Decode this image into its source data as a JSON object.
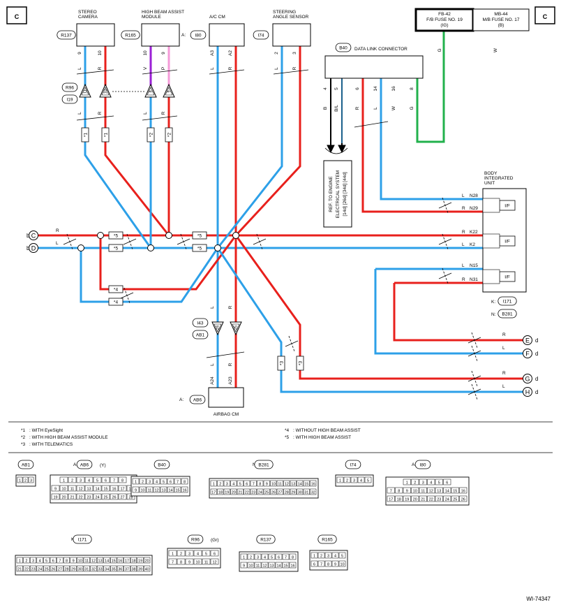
{
  "page": {
    "corner_left": "C",
    "corner_right": "C",
    "figure_id": "WI-74347"
  },
  "colors": {
    "red": "#e8201c",
    "blue": "#2da0e8",
    "violet": "#9b1fd6",
    "pink": "#f59ad8",
    "green": "#22b14c",
    "black": "#000000"
  },
  "components": {
    "stereo_camera": {
      "name": "STEREO\nCAMERA",
      "ref": "R137"
    },
    "hba_module": {
      "name": "HIGH BEAM ASSIST\nMODULE",
      "ref": "R165"
    },
    "ac_cm": {
      "name": "A/C CM",
      "prefix": "A:",
      "ref": "I80"
    },
    "steering": {
      "name": "STEERING\nANGLE SENSOR",
      "ref": "I74"
    },
    "fuse_fb42": {
      "text": "FB-42\nF/B FUSE NO. 19\n(IG)"
    },
    "fuse_mb44": {
      "text": "MB-44\nM/B FUSE NO. 17\n(B)"
    },
    "dlc": {
      "ref": "B40",
      "name": "DATA LINK CONNECTOR"
    },
    "biu": {
      "name": "BODY\nINTEGRATED\nUNIT",
      "ref1_prefix": "K:",
      "ref1": "I171",
      "ref2_prefix": "N:",
      "ref2": "B281",
      "if_label": "I/F"
    },
    "airbag": {
      "name": "AIRBAG CM",
      "prefix": "A:",
      "ref": "AB6"
    },
    "ref_engine": {
      "text": "REF. TO ENGINE\nELECTRICAL SYSTEM\n[14d] [26d] [34d] [44d]"
    }
  },
  "pins": {
    "stereo": {
      "p1": "9",
      "p2": "10",
      "c1": "L",
      "c2": "R"
    },
    "hba": {
      "p1": "10",
      "p2": "9",
      "c1": "V",
      "c2": "P"
    },
    "ac": {
      "p1": "A3",
      "p2": "A2",
      "c1": "L",
      "c2": "R"
    },
    "steer": {
      "p1": "2",
      "p2": "3",
      "c1": "L",
      "c2": "R"
    },
    "dlc": [
      {
        "pin": "4",
        "color": "B"
      },
      {
        "pin": "5",
        "color": "B/L"
      },
      {
        "pin": "6",
        "color": "R"
      },
      {
        "pin": "14",
        "color": "L"
      },
      {
        "pin": "16",
        "color": "W"
      },
      {
        "pin": "8",
        "color": "G"
      }
    ],
    "fuse_g": "G",
    "fuse_w": "W",
    "airbag": {
      "p1": "A24",
      "p2": "A23",
      "c1": "L",
      "c2": "R"
    },
    "r96_pins": [
      "11",
      "10",
      "8",
      "9"
    ],
    "r96_refs": [
      "R96",
      "I19"
    ],
    "i43_refs": [
      "I43",
      "AB1"
    ],
    "i43_pins": [
      "24",
      "25"
    ],
    "lower_colors": {
      "l": "L",
      "r": "R"
    }
  },
  "biu_pins": [
    {
      "color": "L",
      "pin": "N28"
    },
    {
      "color": "R",
      "pin": "N29"
    },
    {
      "color": "R",
      "pin": "K22"
    },
    {
      "color": "L",
      "pin": "K2"
    },
    {
      "color": "L",
      "pin": "N15"
    },
    {
      "color": "R",
      "pin": "N31"
    }
  ],
  "marks": {
    "s1": "*1",
    "s2": "*2",
    "s3": "*3",
    "s4": "*4",
    "s5": "*5"
  },
  "left_connectors": [
    {
      "pre": "b",
      "letter": "C",
      "wire": "R"
    },
    {
      "pre": "b",
      "letter": "D",
      "wire": "L"
    }
  ],
  "right_connectors": [
    {
      "letter": "E",
      "post": "d",
      "wire": "R"
    },
    {
      "letter": "F",
      "post": "d",
      "wire": "L"
    },
    {
      "letter": "G",
      "post": "d",
      "wire": "R"
    },
    {
      "letter": "H",
      "post": "d",
      "wire": "L"
    }
  ],
  "legend": [
    {
      "mark": "*1",
      "text": ": WITH EyeSight"
    },
    {
      "mark": "*2",
      "text": ": WITH HIGH BEAM ASSIST MODULE"
    },
    {
      "mark": "*3",
      "text": ": WITH TELEMATICS"
    },
    {
      "mark": "*4",
      "text": ": WITHOUT HIGH BEAM ASSIST"
    },
    {
      "mark": "*5",
      "text": ": WITH HIGH BEAM ASSIST"
    }
  ],
  "connector_views": {
    "ab1": {
      "label": "AB1",
      "rows": [
        [
          "1",
          "2",
          "3"
        ]
      ]
    },
    "ab6": {
      "prefix": "A:",
      "label": "AB6",
      "note": "(Y)",
      "rows": [
        [
          "1",
          "2",
          "3",
          "4",
          "5",
          "6",
          "7",
          "8"
        ],
        [
          "9",
          "10",
          "11",
          "12",
          "13",
          "14",
          "15",
          "16",
          "17",
          "18"
        ],
        [
          "19",
          "20",
          "21",
          "22",
          "23",
          "24",
          "25",
          "26",
          "27",
          "28"
        ]
      ]
    },
    "b40": {
      "label": "B40",
      "rows": [
        [
          "1",
          "2",
          "3",
          "4",
          "5",
          "6",
          "7",
          "8"
        ],
        [
          "9",
          "10",
          "11",
          "12",
          "13",
          "14",
          "15",
          "16"
        ]
      ]
    },
    "b281": {
      "prefix": "N:",
      "label": "B281",
      "rows": [
        [
          "1",
          "2",
          "3",
          "4",
          "5",
          "6",
          "7",
          "8",
          "9",
          "10",
          "11",
          "12",
          "13",
          "14",
          "15",
          "16"
        ],
        [
          "17",
          "18",
          "19",
          "20",
          "21",
          "22",
          "23",
          "24",
          "25",
          "26",
          "27",
          "28",
          "29",
          "30",
          "31",
          "32"
        ]
      ]
    },
    "i74": {
      "label": "I74",
      "rows": [
        [
          "1",
          "2",
          "3",
          "4",
          "5"
        ]
      ]
    },
    "i80": {
      "prefix": "A:",
      "label": "I80",
      "rows": [
        [
          "1",
          "2",
          "3",
          "4",
          "5",
          "6"
        ],
        [
          "7",
          "8",
          "9",
          "10",
          "11",
          "12",
          "13",
          "14",
          "15",
          "16"
        ],
        [
          "17",
          "18",
          "19",
          "20",
          "21",
          "22",
          "23",
          "24",
          "25",
          "26"
        ]
      ]
    },
    "i171": {
      "prefix": "K:",
      "label": "I171",
      "rows": [
        [
          "1",
          "2",
          "3",
          "4",
          "5",
          "6",
          "7",
          "8",
          "9",
          "10",
          "11",
          "12",
          "13",
          "14",
          "15",
          "16",
          "17",
          "18",
          "19",
          "20"
        ],
        [
          "21",
          "22",
          "23",
          "24",
          "25",
          "26",
          "27",
          "28",
          "29",
          "30",
          "31",
          "32",
          "33",
          "34",
          "35",
          "36",
          "37",
          "38",
          "39",
          "40"
        ]
      ]
    },
    "r96": {
      "label": "R96",
      "note": "(Gr)",
      "rows": [
        [
          "1",
          "2",
          "3",
          "4",
          "5",
          "6"
        ],
        [
          "7",
          "8",
          "9",
          "10",
          "11",
          "12"
        ]
      ]
    },
    "r137": {
      "label": "R137",
      "rows": [
        [
          "1",
          "2",
          "3",
          "4",
          "5",
          "6",
          "7",
          "8"
        ],
        [
          "9",
          "10",
          "11",
          "12",
          "13",
          "14",
          "15",
          "16"
        ]
      ]
    },
    "r165": {
      "label": "R165",
      "rows": [
        [
          "1",
          "2",
          "3",
          "4",
          "5"
        ],
        [
          "6",
          "7",
          "8",
          "9",
          "10"
        ]
      ]
    }
  }
}
